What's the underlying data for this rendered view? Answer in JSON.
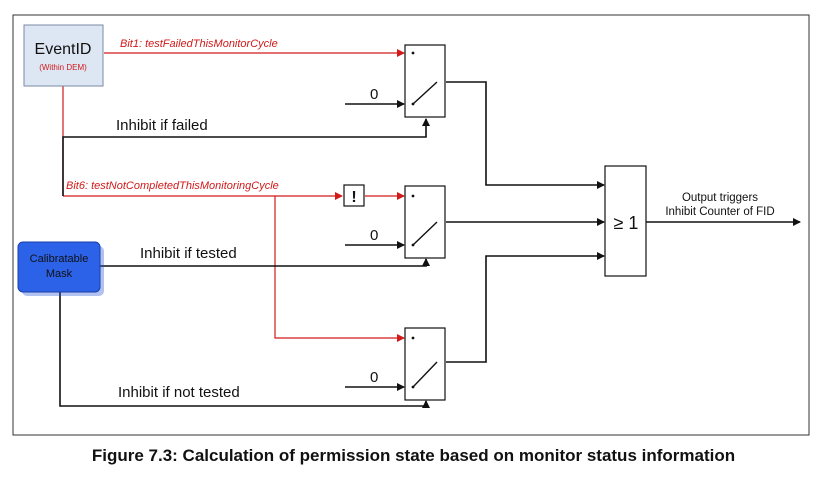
{
  "diagram": {
    "event_box": {
      "title": "EventID",
      "subtitle": "(Within DEM)"
    },
    "mask_box": {
      "line1": "Calibratable",
      "line2": "Mask"
    },
    "signals": {
      "bit1": "Bit1: testFailedThisMonitorCycle",
      "bit6": "Bit6: testNotCompletedThisMonitoringCycle"
    },
    "inhibits": {
      "failed": "Inhibit if failed",
      "tested": "Inhibit if tested",
      "not_tested": "Inhibit if not tested"
    },
    "switch_zero": "0",
    "not_symbol": "!",
    "or_gate": "≥ 1",
    "output": {
      "line1": "Output triggers",
      "line2": "Inhibit Counter of FID"
    },
    "colors": {
      "signal": "#d11a1a",
      "mask_fill": "#2b62e8",
      "event_fill": "#dde6f3"
    }
  },
  "caption": "Figure 7.3: Calculation of permission state based on monitor status information"
}
